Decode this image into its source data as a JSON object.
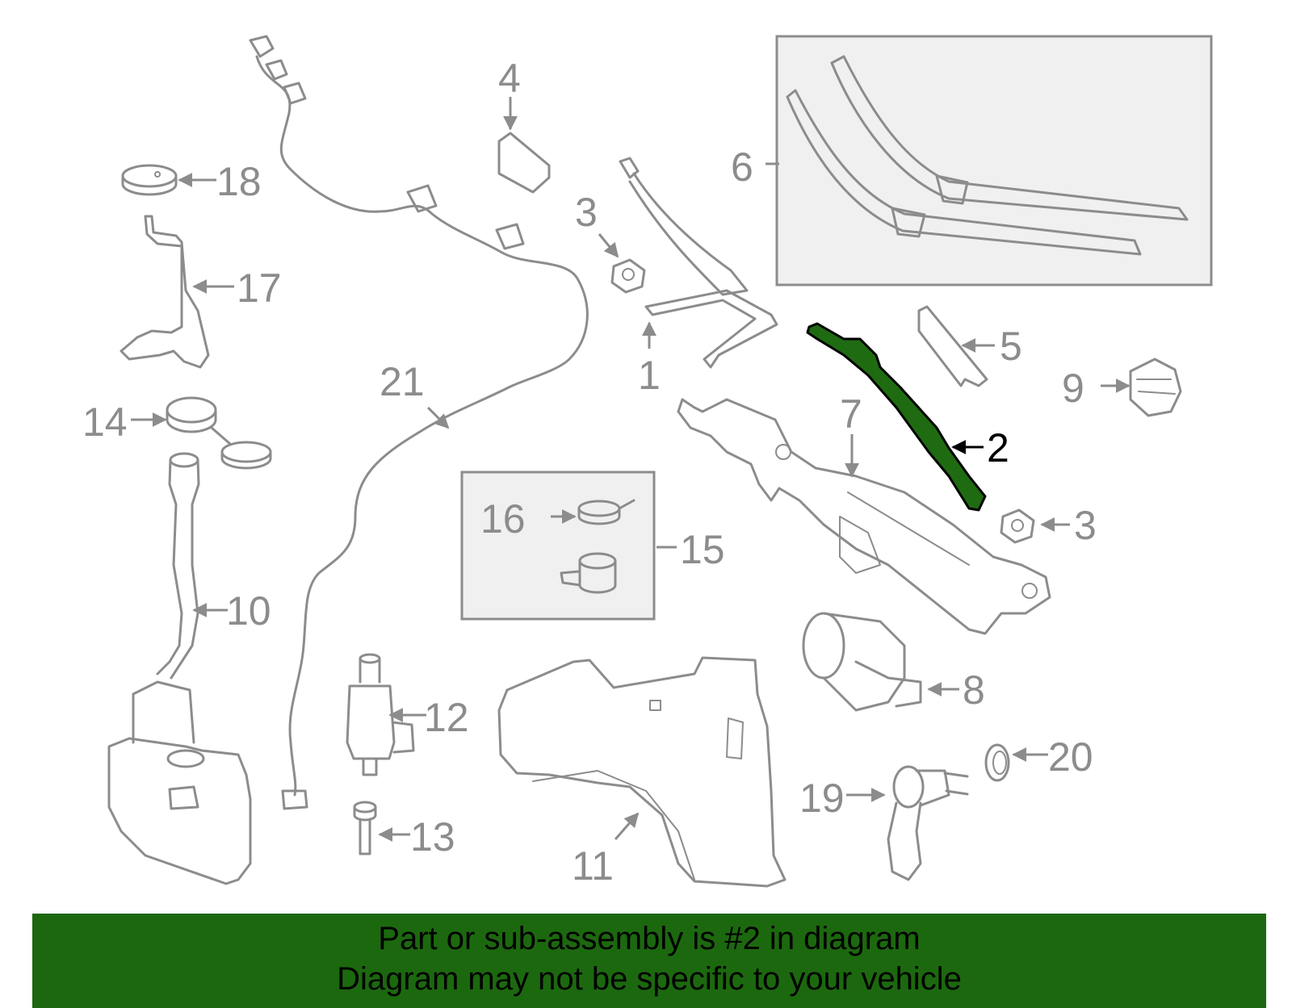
{
  "diagram": {
    "highlight_color": "#1c680f",
    "highlighted_part": "2",
    "callouts": {
      "c1": "1",
      "c2": "2",
      "c3a": "3",
      "c3b": "3",
      "c4": "4",
      "c5": "5",
      "c6": "6",
      "c7": "7",
      "c8": "8",
      "c9": "9",
      "c10": "10",
      "c11": "11",
      "c12": "12",
      "c13": "13",
      "c14": "14",
      "c15": "15",
      "c16": "16",
      "c17": "17",
      "c18": "18",
      "c19": "19",
      "c20": "20",
      "c21": "21"
    }
  },
  "banner": {
    "line1": "Part or sub-assembly is #2 in diagram",
    "line2": "Diagram may not be specific to your vehicle"
  }
}
